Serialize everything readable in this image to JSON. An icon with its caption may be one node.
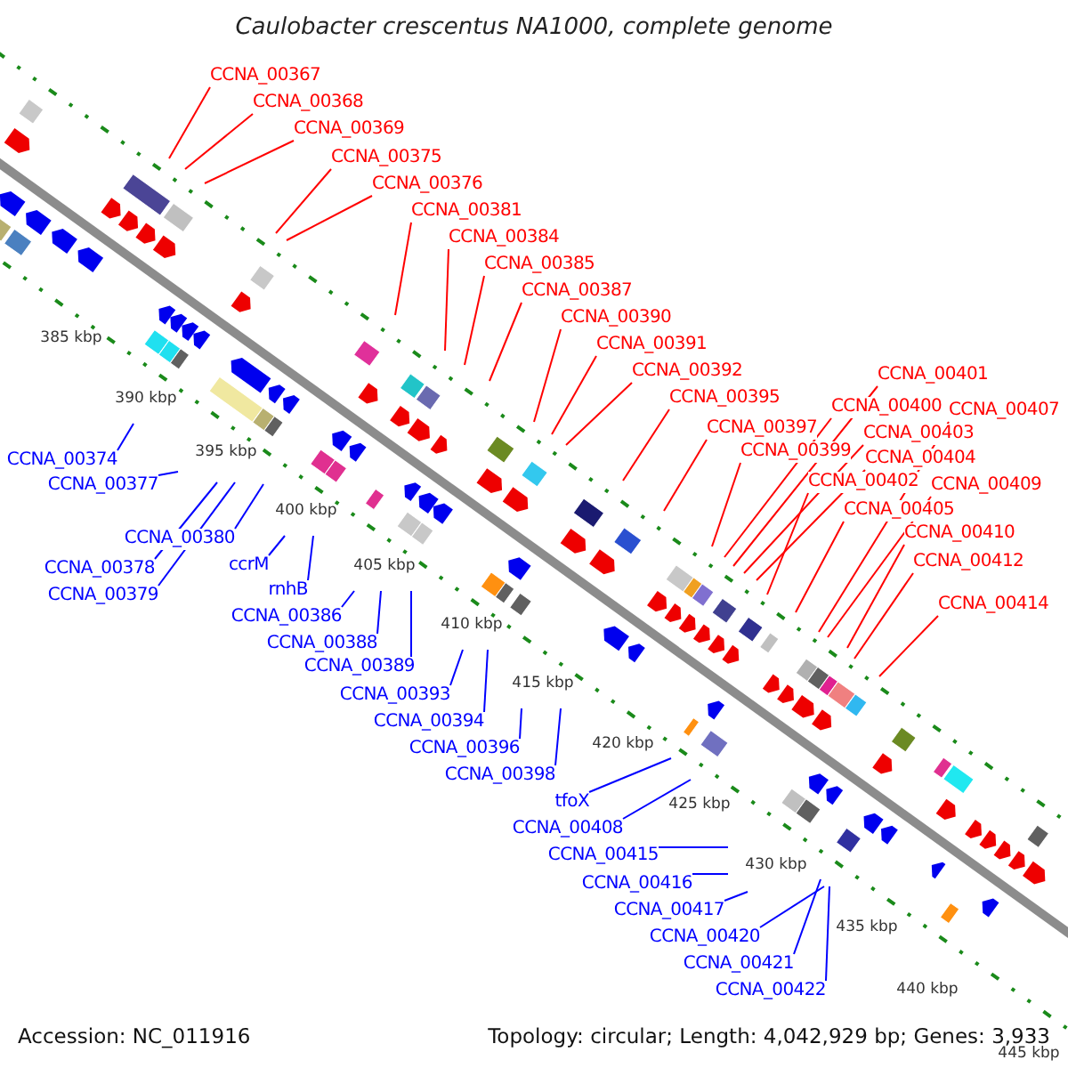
{
  "diagram": {
    "title": "Caulobacter crescentus NA1000, complete genome",
    "nodes": [
      {
        "text": [
          "CCNA_00367"
        ]
      },
      {
        "text": [
          "CCNA_00368"
        ]
      },
      {
        "text": [
          "CCNA_00369"
        ]
      },
      {
        "text": [
          "CCNA_00375"
        ]
      },
      {
        "text": [
          "CCNA_00376"
        ]
      },
      {
        "text": [
          "CCNA_00381"
        ]
      },
      {
        "text": [
          "CCNA_00384"
        ]
      },
      {
        "text": [
          "CCNA_00385"
        ]
      },
      {
        "text": [
          "CCNA_00387"
        ]
      },
      {
        "text": [
          "CCNA_00390"
        ]
      },
      {
        "text": [
          "CCNA_00391"
        ]
      },
      {
        "text": [
          "CCNA_00392"
        ]
      },
      {
        "text": [
          "CCNA_00401"
        ]
      },
      {
        "text": [
          "CCNA_00395"
        ]
      },
      {
        "text": [
          "CCNA_00400"
        ]
      },
      {
        "text": [
          "CCNA_00407"
        ]
      },
      {
        "text": [
          "CCNA_00397"
        ]
      },
      {
        "text": [
          "CCNA_00403"
        ]
      },
      {
        "text": [
          "CCNA_00399"
        ]
      },
      {
        "text": [
          "CCNA_00404"
        ]
      },
      {
        "text": [
          "CCNA_00402"
        ]
      },
      {
        "text": [
          "CCNA_00409"
        ]
      },
      {
        "text": [
          "CCNA_00405"
        ]
      },
      {
        "text": [
          "CCNA_00410"
        ]
      },
      {
        "text": [
          "CCNA_00412"
        ]
      },
      {
        "text": [
          "CCNA_00414"
        ]
      },
      {
        "text": [
          "CCNA_00374"
        ]
      },
      {
        "text": [
          "CCNA_00377"
        ]
      },
      {
        "text": [
          "CCNA_00380"
        ]
      },
      {
        "text": [
          "ccrM"
        ]
      },
      {
        "text": [
          "CCNA_00378"
        ]
      },
      {
        "text": [
          "rnhB"
        ]
      },
      {
        "text": [
          "CCNA_00379"
        ]
      },
      {
        "text": [
          "CCNA_00386"
        ]
      },
      {
        "text": [
          "CCNA_00388"
        ]
      },
      {
        "text": [
          "CCNA_00389"
        ]
      },
      {
        "text": [
          "CCNA_00393"
        ]
      },
      {
        "text": [
          "CCNA_00394"
        ]
      },
      {
        "text": [
          "CCNA_00396"
        ]
      },
      {
        "text": [
          "CCNA_00398"
        ]
      },
      {
        "text": [
          "tfoX"
        ]
      },
      {
        "text": [
          "CCNA_00408"
        ]
      },
      {
        "text": [
          "CCNA_00415"
        ]
      },
      {
        "text": [
          "CCNA_00416"
        ]
      },
      {
        "text": [
          "CCNA_00417"
        ]
      },
      {
        "text": [
          "CCNA_00420"
        ]
      },
      {
        "text": [
          "CCNA_00421"
        ]
      },
      {
        "text": [
          "CCNA_00422"
        ]
      }
    ],
    "edges": [
      {
        "from": 0,
        "to": null,
        "arrow": "none"
      },
      {
        "from": 1,
        "to": null,
        "arrow": "none"
      },
      {
        "from": 2,
        "to": null,
        "arrow": "none"
      },
      {
        "from": 3,
        "to": null,
        "arrow": "none"
      },
      {
        "from": 4,
        "to": null,
        "arrow": "none"
      },
      {
        "from": 5,
        "to": null,
        "arrow": "none"
      },
      {
        "from": 6,
        "to": null,
        "arrow": "none"
      },
      {
        "from": 7,
        "to": null,
        "arrow": "none"
      },
      {
        "from": 8,
        "to": null,
        "arrow": "none"
      },
      {
        "from": 9,
        "to": null,
        "arrow": "none"
      },
      {
        "from": 10,
        "to": null,
        "arrow": "none"
      },
      {
        "from": 11,
        "to": null,
        "arrow": "none"
      },
      {
        "from": 12,
        "to": null,
        "arrow": "none"
      },
      {
        "from": 13,
        "to": null,
        "arrow": "none"
      },
      {
        "from": 14,
        "to": null,
        "arrow": "none"
      },
      {
        "from": 15,
        "to": null,
        "arrow": "none"
      },
      {
        "from": 16,
        "to": null,
        "arrow": "none"
      },
      {
        "from": 17,
        "to": null,
        "arrow": "none"
      },
      {
        "from": 18,
        "to": null,
        "arrow": "none"
      },
      {
        "from": 19,
        "to": null,
        "arrow": "none"
      },
      {
        "from": 20,
        "to": null,
        "arrow": "none"
      },
      {
        "from": 21,
        "to": null,
        "arrow": "none"
      },
      {
        "from": 22,
        "to": null,
        "arrow": "none"
      },
      {
        "from": 23,
        "to": null,
        "arrow": "none"
      },
      {
        "from": 24,
        "to": null,
        "arrow": "none"
      },
      {
        "from": 25,
        "to": null,
        "arrow": "none"
      },
      {
        "from": 26,
        "to": null,
        "arrow": "none",
        "color": "#0000ff"
      },
      {
        "from": 27,
        "to": null,
        "arrow": "none",
        "color": "#0000ff"
      },
      {
        "from": 28,
        "to": null,
        "arrow": "none",
        "color": "#0000ff"
      },
      {
        "from": 29,
        "to": null,
        "arrow": "none",
        "color": "#0000ff"
      },
      {
        "from": 30,
        "to": null,
        "arrow": "none",
        "color": "#0000ff"
      },
      {
        "from": 31,
        "to": null,
        "arrow": "none",
        "color": "#0000ff"
      },
      {
        "from": 32,
        "to": null,
        "arrow": "none",
        "color": "#0000ff"
      },
      {
        "from": 33,
        "to": null,
        "arrow": "none",
        "color": "#0000ff"
      },
      {
        "from": 34,
        "to": null,
        "arrow": "none",
        "color": "#0000ff"
      },
      {
        "from": 35,
        "to": null,
        "arrow": "none",
        "color": "#0000ff"
      },
      {
        "from": 36,
        "to": null,
        "arrow": "none",
        "color": "#0000ff"
      },
      {
        "from": 37,
        "to": null,
        "arrow": "none",
        "color": "#0000ff"
      },
      {
        "from": 38,
        "to": null,
        "arrow": "none",
        "color": "#0000ff"
      },
      {
        "from": 39,
        "to": null,
        "arrow": "none",
        "color": "#0000ff"
      },
      {
        "from": 40,
        "to": null,
        "arrow": "none",
        "color": "#0000ff"
      },
      {
        "from": 41,
        "to": null,
        "arrow": "none",
        "color": "#0000ff"
      },
      {
        "from": 42,
        "to": null,
        "arrow": "none",
        "color": "#0000ff"
      },
      {
        "from": 43,
        "to": null,
        "arrow": "none",
        "color": "#0000ff"
      },
      {
        "from": 44,
        "to": null,
        "arrow": "none",
        "color": "#0000ff"
      },
      {
        "from": 45,
        "to": null,
        "arrow": "none",
        "color": "#0000ff"
      },
      {
        "from": 46,
        "to": null,
        "arrow": "none",
        "color": "#0000ff"
      },
      {
        "from": 47,
        "to": null,
        "arrow": "none",
        "color": "#0000ff"
      }
    ],
    "labels": [
      "385 kbp",
      "390 kbp",
      "395 kbp",
      "400 kbp",
      "405 kbp",
      "410 kbp",
      "415 kbp",
      "420 kbp",
      "425 kbp",
      "430 kbp",
      "435 kbp",
      "440 kbp",
      "445 kbp",
      "Accession: NC_011916",
      "Topology: circular; Length: 4,042,929 bp; Genes: 3,933"
    ]
  }
}
